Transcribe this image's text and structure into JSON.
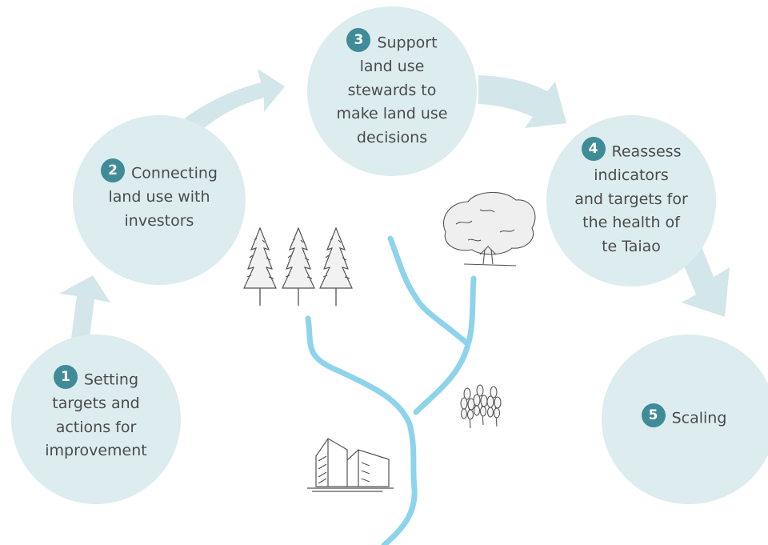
{
  "colors": {
    "circle_fill": "#dcecef",
    "arrow_fill": "#d3e6ea",
    "badge_fill": "#3f8c98",
    "river": "#8ed3ec",
    "text": "#4b4b4b",
    "sketch": "#555555"
  },
  "steps": [
    {
      "number": "1",
      "lines": [
        "Setting",
        "targets and",
        "actions for",
        "improvement"
      ]
    },
    {
      "number": "2",
      "lines": [
        "Connecting",
        "land use with",
        "investors"
      ]
    },
    {
      "number": "3",
      "lines": [
        "Support",
        "land use",
        "stewards to",
        "make land use",
        "decisions"
      ]
    },
    {
      "number": "4",
      "lines": [
        "Reassess",
        "indicators",
        "and targets for",
        "the health of",
        "te Taiao"
      ]
    },
    {
      "number": "5",
      "lines": [
        "Scaling"
      ]
    }
  ],
  "icons": [
    "pine-trees-icon",
    "oak-tree-icon",
    "wheat-icon",
    "buildings-icon",
    "river-icon"
  ]
}
